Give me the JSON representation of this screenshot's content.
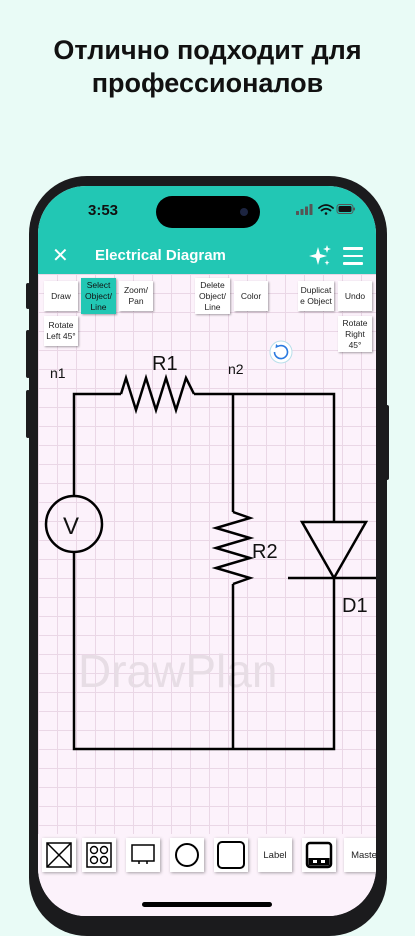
{
  "promo": {
    "line1": "Отлично подходит для",
    "line2": "профессионалов"
  },
  "status_bar": {
    "time": "3:53"
  },
  "app_bar": {
    "title": "Electrical Diagram"
  },
  "toolbar": {
    "draw": "Draw",
    "select": [
      "Select",
      "Object/",
      "Line"
    ],
    "zoom": [
      "Zoom/",
      "Pan"
    ],
    "delete": [
      "Delete",
      "Object/",
      "Line"
    ],
    "color": "Color",
    "duplicate": [
      "Duplicat",
      "e Object"
    ],
    "undo": "Undo",
    "rotate_left": [
      "Rotate",
      "Left 45°"
    ],
    "rotate_right": [
      "Rotate",
      "Right",
      "45°"
    ]
  },
  "circuit": {
    "labels": {
      "n1": "n1",
      "n2": "n2",
      "r1": "R1",
      "r2": "R2",
      "v": "V",
      "d1": "D1"
    },
    "watermark": "DrawPlan"
  },
  "palette": {
    "label": "Label",
    "master": "Maste"
  },
  "colors": {
    "accent": "#22c7b4",
    "canvas_bg": "#fcf2fb",
    "grid": "#ead7e6"
  }
}
